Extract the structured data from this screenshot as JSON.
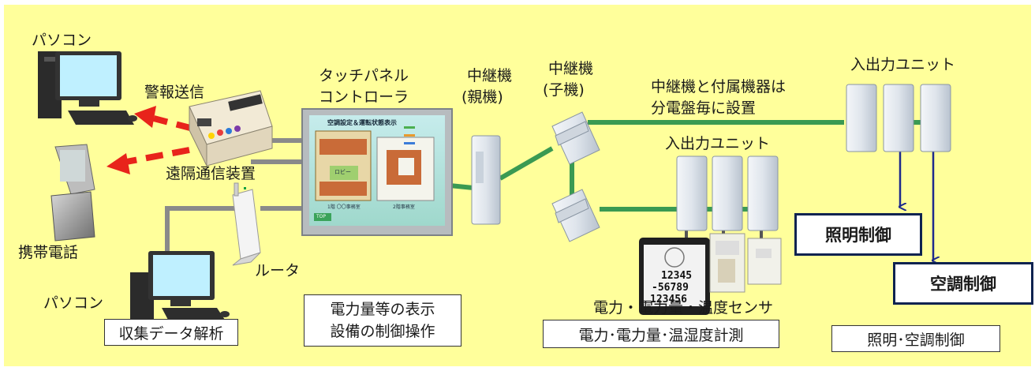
{
  "labels": {
    "pc_top": "パソコン",
    "alarm": "警報送信",
    "remote_device": "遠隔通信装置",
    "mobile": "携帯電話",
    "router": "ルータ",
    "pc_bottom": "パソコン",
    "touch_panel_1": "タッチパネル",
    "touch_panel_2": "コントローラ",
    "relay_parent_1": "中継機",
    "relay_parent_2": "(親機)",
    "relay_child_1": "中継機",
    "relay_child_2": "(子機)",
    "note_1": "中継機と付属機器は",
    "note_2": "分電盤毎に設置",
    "io_unit_right": "入出力ユニット",
    "io_unit_mid": "入出力ユニット",
    "sensors": "電力・電力量・温度センサ"
  },
  "boxes": {
    "data_analysis": "収集データ解析",
    "display_1": "電力量等の表示",
    "display_2": "設備の制御操作",
    "measure": "電力･電力量･温湿度計測",
    "control": "照明･空調制御",
    "lighting": "照明制御",
    "aircon": "空調制御"
  },
  "screen": {
    "title": "空調設定＆運転状態表示",
    "legend_1": "",
    "room_label": "ロビー",
    "left_caption": "1階 〇〇事務室",
    "right_caption": "2階事務室",
    "button": "TOP"
  },
  "meter": {
    "line1": "12345",
    "line2": "-56789",
    "line3": "123456"
  },
  "colors": {
    "background": "#ffff9b",
    "green_line": "#3a9a52",
    "gray_line": "#8a8a8a",
    "red_arrow": "#e8231b",
    "blue_arrow": "#1e2a8c",
    "box_border_bold": "#0e2350"
  }
}
